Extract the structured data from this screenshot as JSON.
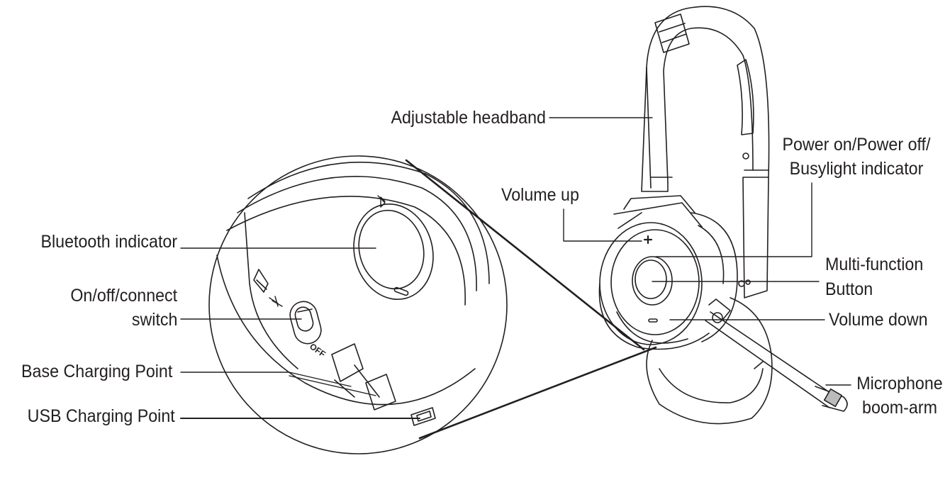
{
  "labels": {
    "adjustable_headband": "Adjustable headband",
    "power_line1": "Power on/Power off/",
    "power_line2": "Busylight indicator",
    "volume_up": "Volume up",
    "bluetooth_indicator": "Bluetooth indicator",
    "switch_line1": "On/off/connect",
    "switch_line2": "switch",
    "multi_line1": "Multi-function",
    "multi_line2": "Button",
    "volume_down": "Volume down",
    "base_charging": "Base Charging Point",
    "usb_charging": "USB Charging Point",
    "mic_line1": "Microphone",
    "mic_line2": "boom-arm"
  },
  "switch_marking": "OFF",
  "icons": [
    "headset-drawing",
    "bluetooth-icon",
    "plus-icon",
    "minus-icon",
    "usb-port-icon"
  ]
}
